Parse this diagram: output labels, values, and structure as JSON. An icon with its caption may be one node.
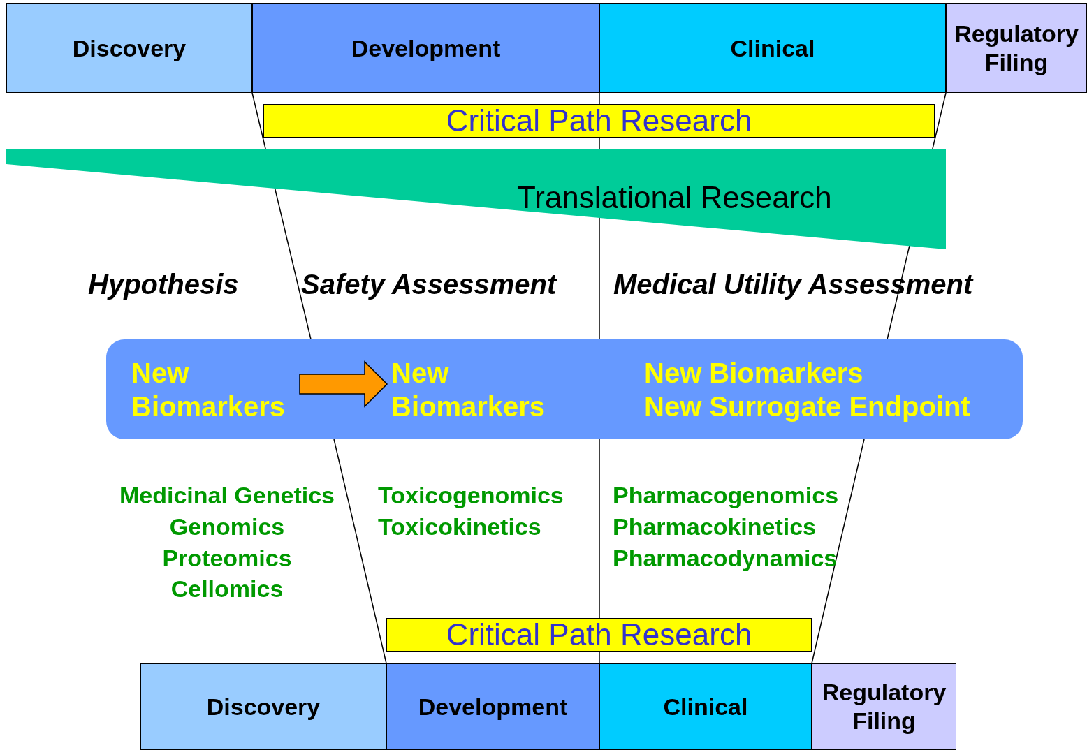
{
  "diagram": {
    "nodes": [
      {
        "text": [
          "Discovery"
        ]
      },
      {
        "text": [
          "Development"
        ]
      },
      {
        "text": [
          "Clinical"
        ]
      },
      {
        "text": [
          "Regulatory Filing"
        ]
      },
      {
        "text": [
          "Critical Path Research"
        ]
      },
      {
        "text": [
          "Translational Research"
        ]
      },
      {
        "text": [],
        "shape": "box"
      },
      {
        "text": [
          "New Biomarkers"
        ],
        "in": 6
      },
      {
        "text": [
          "New Biomarkers"
        ],
        "in": 6
      },
      {
        "text": [
          "New Biomarkers",
          "New Surrogate Endpoint"
        ],
        "in": 6
      },
      {
        "text": [
          "Critical Path Research"
        ]
      },
      {
        "text": [
          "Discovery"
        ]
      },
      {
        "text": [
          "Development"
        ]
      },
      {
        "text": [
          "Clinical"
        ]
      },
      {
        "text": [
          "Regulatory Filing"
        ]
      }
    ],
    "edges": [
      {
        "from": 7,
        "to": 8,
        "arrow": "to"
      }
    ],
    "labels": [
      "Hypothesis",
      "Safety Assessment",
      "Medical Utility Assessment",
      "Medicinal Genetics",
      "Genomics",
      "Proteomics",
      "Cellomics",
      "Toxicogenomics",
      "Toxicokinetics",
      "Pharmacogenomics",
      "Pharmacokinetics",
      "Pharmacodynamics"
    ]
  }
}
